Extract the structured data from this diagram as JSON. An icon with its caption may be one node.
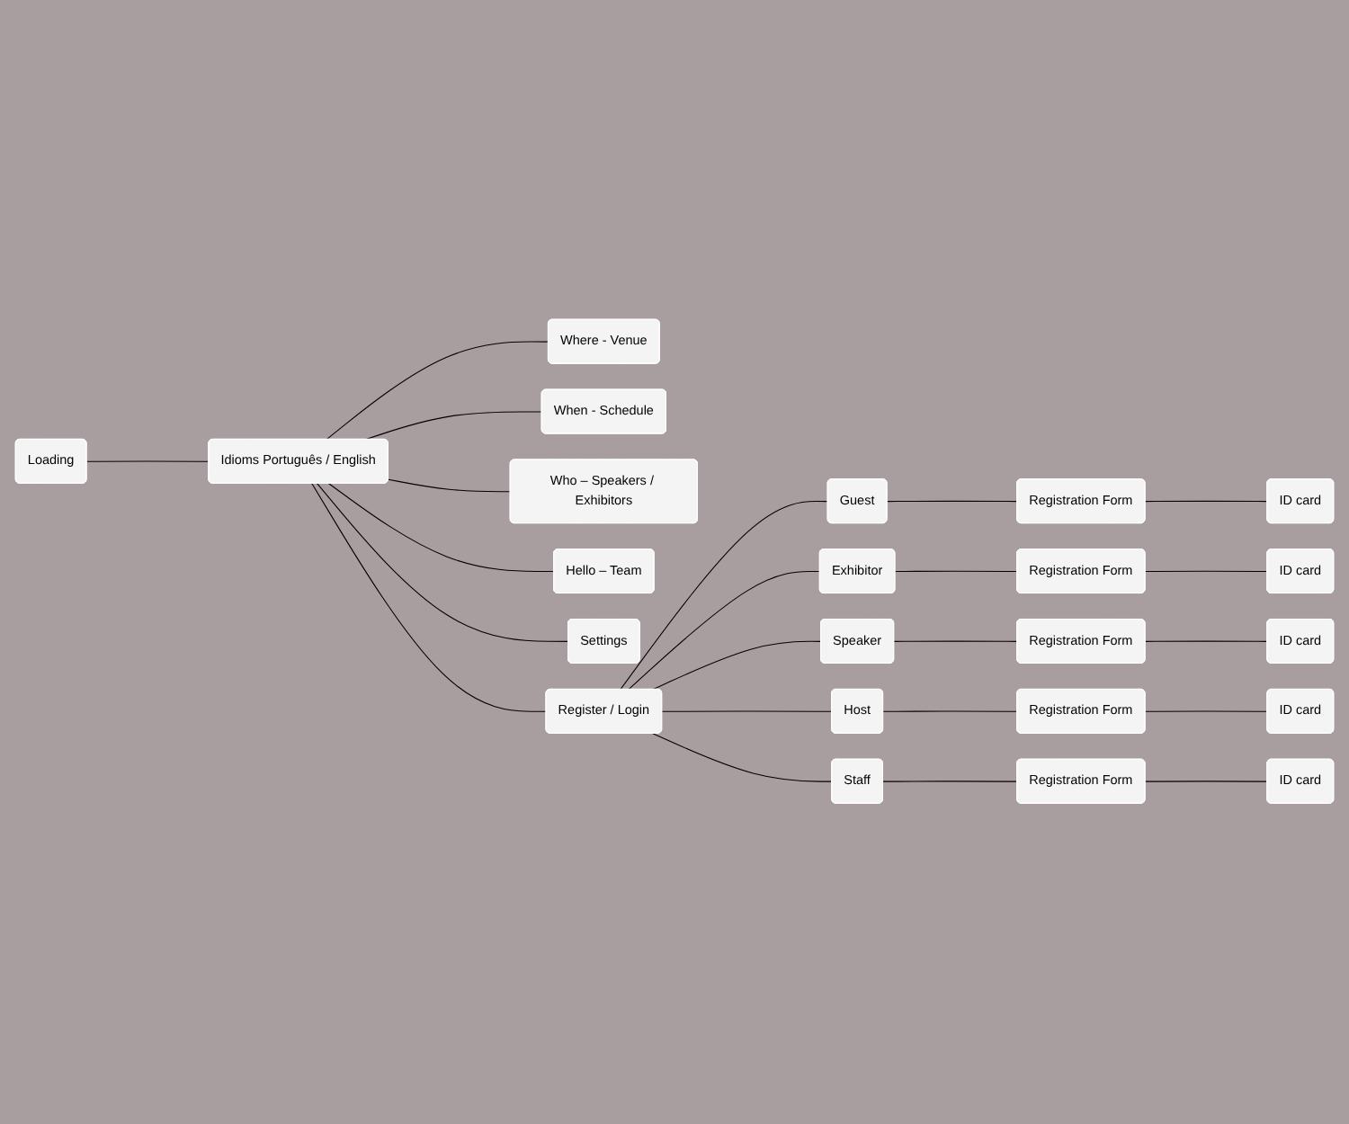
{
  "diagram": {
    "nodes": [
      {
        "text": [
          "Loading"
        ]
      },
      {
        "text": [
          "Idioms Português / English"
        ]
      },
      {
        "text": [
          "Register / Login"
        ]
      },
      {
        "text": [
          "Where - Venue"
        ]
      },
      {
        "text": [
          "When - Schedule"
        ]
      },
      {
        "text": [
          "Who – Speakers / Exhibitors"
        ]
      },
      {
        "text": [
          "Hello – Team"
        ]
      },
      {
        "text": [
          "Settings"
        ]
      },
      {
        "text": [
          "Guest"
        ]
      },
      {
        "text": [
          "Registration Form"
        ]
      },
      {
        "text": [
          "ID card"
        ]
      },
      {
        "text": [
          "Exhibitor"
        ]
      },
      {
        "text": [
          "Registration Form"
        ]
      },
      {
        "text": [
          "ID card"
        ]
      },
      {
        "text": [
          "Speaker"
        ]
      },
      {
        "text": [
          "Registration Form"
        ]
      },
      {
        "text": [
          "ID card"
        ]
      },
      {
        "text": [
          "Host"
        ]
      },
      {
        "text": [
          "Registration Form"
        ]
      },
      {
        "text": [
          "ID card"
        ]
      },
      {
        "text": [
          "Staff"
        ]
      },
      {
        "text": [
          "Registration Form"
        ]
      },
      {
        "text": [
          "ID card"
        ]
      }
    ],
    "edges": [
      {
        "from": 0,
        "to": 1,
        "arrow": "none"
      },
      {
        "from": 1,
        "to": 2,
        "arrow": "none"
      },
      {
        "from": 1,
        "to": 3,
        "arrow": "none"
      },
      {
        "from": 1,
        "to": 4,
        "arrow": "none"
      },
      {
        "from": 1,
        "to": 5,
        "arrow": "none"
      },
      {
        "from": 1,
        "to": 6,
        "arrow": "none"
      },
      {
        "from": 1,
        "to": 7,
        "arrow": "none"
      },
      {
        "from": 2,
        "to": 8,
        "arrow": "none"
      },
      {
        "from": 2,
        "to": 11,
        "arrow": "none"
      },
      {
        "from": 2,
        "to": 14,
        "arrow": "none"
      },
      {
        "from": 2,
        "to": 17,
        "arrow": "none"
      },
      {
        "from": 2,
        "to": 20,
        "arrow": "none"
      },
      {
        "from": 8,
        "to": 9,
        "arrow": "none"
      },
      {
        "from": 9,
        "to": 10,
        "arrow": "none"
      },
      {
        "from": 11,
        "to": 12,
        "arrow": "none"
      },
      {
        "from": 12,
        "to": 13,
        "arrow": "none"
      },
      {
        "from": 14,
        "to": 15,
        "arrow": "none"
      },
      {
        "from": 15,
        "to": 16,
        "arrow": "none"
      },
      {
        "from": 17,
        "to": 18,
        "arrow": "none"
      },
      {
        "from": 18,
        "to": 19,
        "arrow": "none"
      },
      {
        "from": 20,
        "to": 21,
        "arrow": "none"
      },
      {
        "from": 21,
        "to": 22,
        "arrow": "none"
      }
    ]
  }
}
